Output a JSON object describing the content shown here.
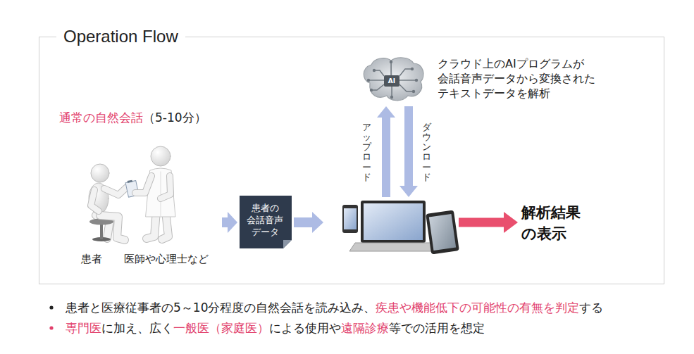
{
  "diagram": {
    "nodes": [
      {
        "text": [
          "Operation Flow"
        ]
      },
      {
        "text": [
          "通常の自然会話",
          "（5-10分）",
          "患者",
          "医師や心理士など"
        ],
        "in": 0
      },
      {
        "text": [
          "患者の 会話音声 データ"
        ],
        "in": 0
      },
      {
        "text": [],
        "in": 0
      },
      {
        "text": [
          "クラウド上のAIプログラムが 会話音声データから変換された テキストデータを解析"
        ],
        "in": 0
      },
      {
        "text": [
          "解析結果 の表示"
        ],
        "in": 0
      }
    ],
    "edges": [
      {
        "from": 1,
        "to": 2,
        "arrow": "to"
      },
      {
        "from": 2,
        "to": 3,
        "arrow": "to"
      },
      {
        "from": 3,
        "to": 4,
        "label": "アップロード",
        "arrow": "to"
      },
      {
        "from": 4,
        "to": 3,
        "label": "ダウンロード",
        "arrow": "to"
      },
      {
        "from": 3,
        "to": 5,
        "arrow": "to"
      }
    ],
    "labels": [
      "AI",
      "患者と医療従事者の5～10分程度の自然会話を読み込み、",
      "疾患や機能低下の可能性の有無を判定",
      "する",
      "専門医",
      "に加え、広く",
      "一般医（家庭医）",
      "による使用や",
      "遠隔診療",
      "等での活用を想定"
    ]
  }
}
